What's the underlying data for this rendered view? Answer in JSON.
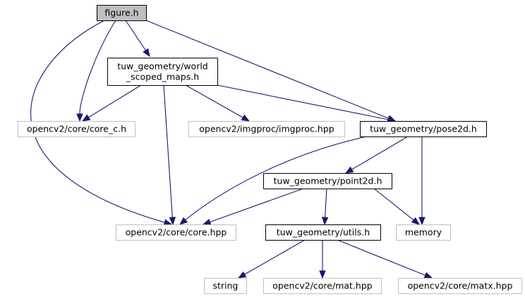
{
  "graph": {
    "nodes": [
      {
        "id": "figure_h",
        "label": "figure.h",
        "style": "current"
      },
      {
        "id": "world_scoped_maps",
        "label_lines": [
          "tuw_geometry/world",
          "_scoped_maps.h"
        ],
        "style": "documented"
      },
      {
        "id": "core_c",
        "label": "opencv2/core/core_c.h",
        "style": "external"
      },
      {
        "id": "imgproc",
        "label": "opencv2/imgproc/imgproc.hpp",
        "style": "external"
      },
      {
        "id": "pose2d",
        "label": "tuw_geometry/pose2d.h",
        "style": "documented"
      },
      {
        "id": "point2d",
        "label": "tuw_geometry/point2d.h",
        "style": "documented"
      },
      {
        "id": "core_hpp",
        "label": "opencv2/core/core.hpp",
        "style": "external"
      },
      {
        "id": "utils",
        "label": "tuw_geometry/utils.h",
        "style": "documented"
      },
      {
        "id": "memory",
        "label": "memory",
        "style": "external"
      },
      {
        "id": "string",
        "label": "string",
        "style": "external"
      },
      {
        "id": "mat",
        "label": "opencv2/core/mat.hpp",
        "style": "external"
      },
      {
        "id": "matx",
        "label": "opencv2/core/matx.hpp",
        "style": "external"
      }
    ],
    "edges": [
      {
        "from": "figure_h",
        "to": "world_scoped_maps"
      },
      {
        "from": "figure_h",
        "to": "core_c"
      },
      {
        "from": "figure_h",
        "to": "core_hpp"
      },
      {
        "from": "figure_h",
        "to": "pose2d"
      },
      {
        "from": "world_scoped_maps",
        "to": "core_c"
      },
      {
        "from": "world_scoped_maps",
        "to": "imgproc"
      },
      {
        "from": "world_scoped_maps",
        "to": "pose2d"
      },
      {
        "from": "world_scoped_maps",
        "to": "core_hpp"
      },
      {
        "from": "pose2d",
        "to": "point2d"
      },
      {
        "from": "pose2d",
        "to": "core_hpp"
      },
      {
        "from": "pose2d",
        "to": "memory"
      },
      {
        "from": "point2d",
        "to": "core_hpp"
      },
      {
        "from": "point2d",
        "to": "utils"
      },
      {
        "from": "point2d",
        "to": "memory"
      },
      {
        "from": "utils",
        "to": "string"
      },
      {
        "from": "utils",
        "to": "mat"
      },
      {
        "from": "utils",
        "to": "matx"
      }
    ]
  },
  "colors": {
    "edge": "#191970",
    "current_fill": "#bfbfbf",
    "documented_border": "#000000",
    "external_border": "#bfbfbf",
    "background": "#ffffff"
  }
}
